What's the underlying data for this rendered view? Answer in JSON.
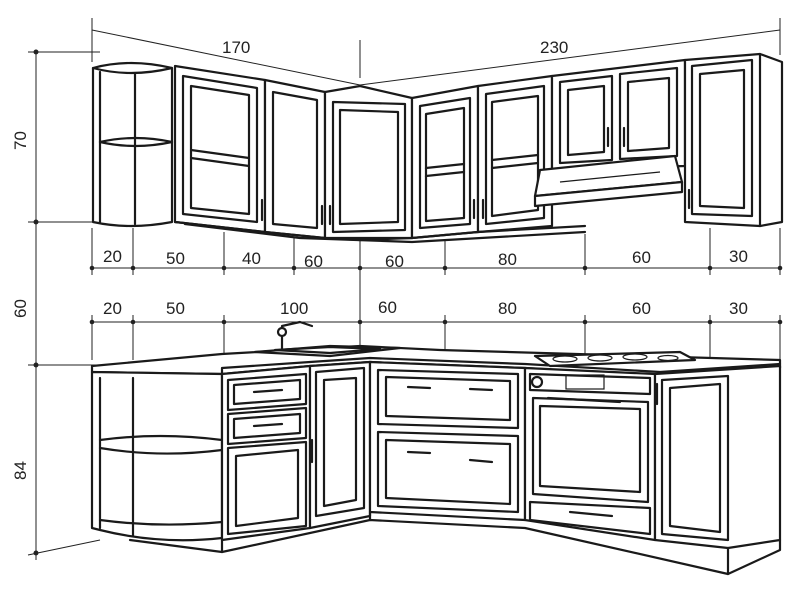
{
  "dimensions": {
    "top_upper": [
      {
        "id": "left",
        "label": "170"
      },
      {
        "id": "right",
        "label": "230"
      }
    ],
    "vertical": [
      {
        "id": "upper-height",
        "label": "70"
      },
      {
        "id": "gap-height",
        "label": "60"
      },
      {
        "id": "base-height",
        "label": "84"
      }
    ],
    "upper_segments": [
      "20",
      "50",
      "40",
      "60",
      "60",
      "80",
      "60",
      "30"
    ],
    "lower_segments": [
      "20",
      "50",
      "100",
      "60",
      "80",
      "60",
      "30"
    ]
  }
}
